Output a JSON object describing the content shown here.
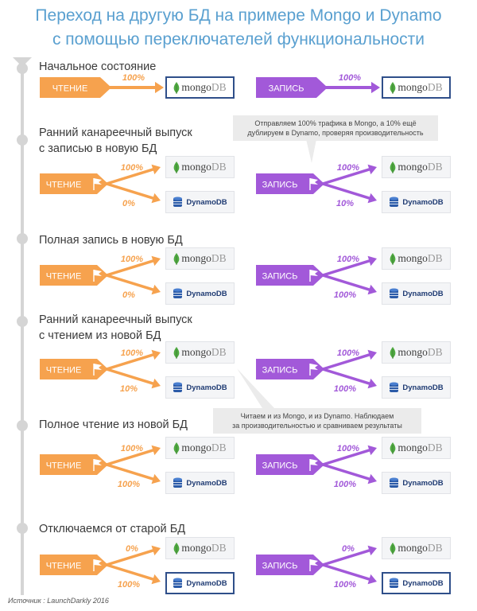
{
  "title": {
    "line1": "Переход на другую БД на примере Mongo и Dynamo",
    "line2": "с помощью переключателей функциональности"
  },
  "colors": {
    "read": "#f6a24e",
    "write": "#a259d9",
    "timeline": "#d5d5d5",
    "title": "#5aa0d0",
    "active_border": "#2f4f8a"
  },
  "labels": {
    "read": "ЧТЕНИЕ",
    "write": "ЗАПИСЬ",
    "mongo_main": "mongo",
    "mongo_suffix": "DB",
    "dynamo": "DynamoDB"
  },
  "stages": [
    {
      "label": [
        "Начальное состояние"
      ],
      "read": {
        "flag": false,
        "mongo": "100%",
        "dynamo": null,
        "active": "mongo"
      },
      "write": {
        "flag": false,
        "mongo": "100%",
        "dynamo": null,
        "active": "mongo"
      }
    },
    {
      "label": [
        "Ранний канареечный выпуск",
        "с записью в новую БД"
      ],
      "read": {
        "flag": true,
        "mongo": "100%",
        "dynamo": "0%",
        "active": null
      },
      "write": {
        "flag": true,
        "mongo": "100%",
        "dynamo": "10%",
        "active": null
      }
    },
    {
      "label": [
        "Полная запись в новую БД"
      ],
      "read": {
        "flag": true,
        "mongo": "100%",
        "dynamo": "0%",
        "active": null
      },
      "write": {
        "flag": true,
        "mongo": "100%",
        "dynamo": "100%",
        "active": null
      }
    },
    {
      "label": [
        "Ранний канареечный выпуск",
        "с чтением из новой БД"
      ],
      "read": {
        "flag": true,
        "mongo": "100%",
        "dynamo": "10%",
        "active": null
      },
      "write": {
        "flag": true,
        "mongo": "100%",
        "dynamo": "100%",
        "active": null
      }
    },
    {
      "label": [
        "Полное чтение из новой БД"
      ],
      "read": {
        "flag": true,
        "mongo": "100%",
        "dynamo": "100%",
        "active": null
      },
      "write": {
        "flag": true,
        "mongo": "100%",
        "dynamo": "100%",
        "active": null
      }
    },
    {
      "label": [
        "Отключаемся от старой БД"
      ],
      "read": {
        "flag": true,
        "mongo": "0%",
        "dynamo": "100%",
        "active": "dynamo"
      },
      "write": {
        "flag": true,
        "mongo": "0%",
        "dynamo": "100%",
        "active": "dynamo"
      }
    }
  ],
  "callouts": [
    {
      "lines": [
        "Отправляем 100% трафика в Mongo, а 10% ещё",
        "дублируем в Dynamo, проверяя производительность"
      ]
    },
    {
      "lines": [
        "Читаем и из Mongo, и из Dynamo. Наблюдаем",
        "за производительностью и сравниваем результаты"
      ]
    }
  ],
  "source": "Источник : LaunchDarkly 2016"
}
